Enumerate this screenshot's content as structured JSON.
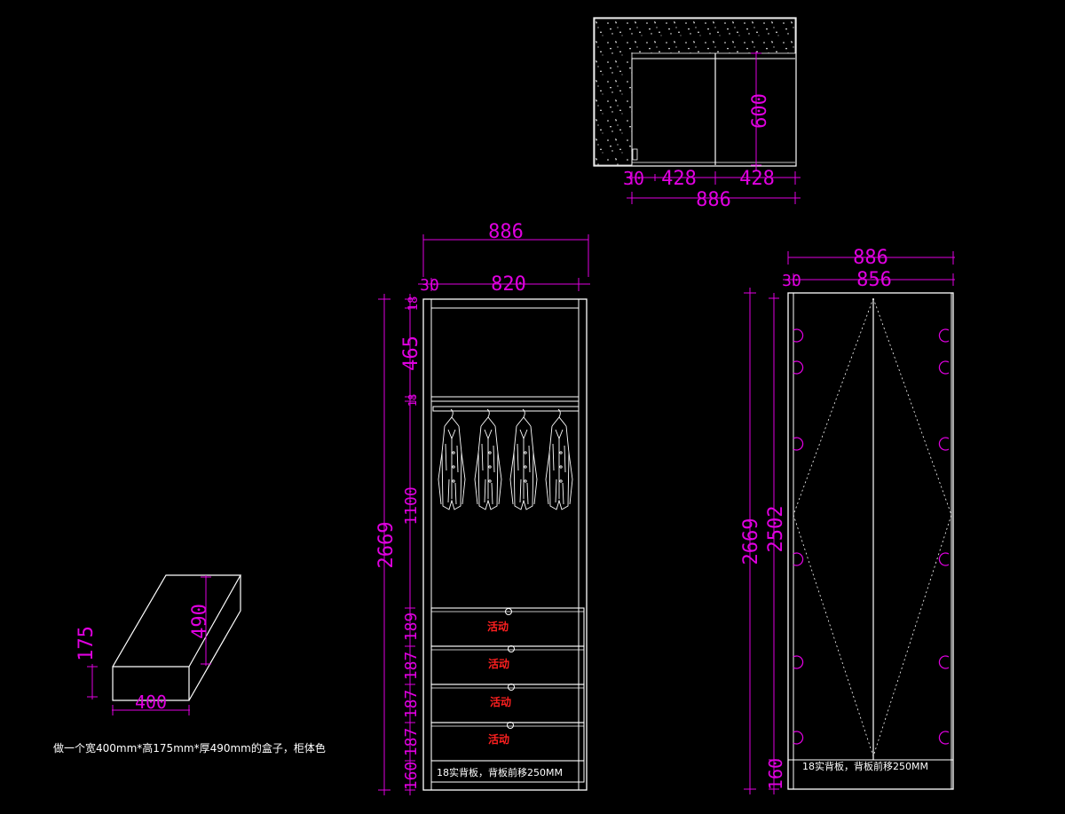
{
  "colors": {
    "background": "#000000",
    "geometry": "#ffffff",
    "dimension": "#e000e0",
    "tag": "#ff2020"
  },
  "plan": {
    "dims": {
      "side": "30",
      "left": "428",
      "right": "428",
      "total": "886",
      "depth": "600"
    }
  },
  "front_elevation": {
    "dims": {
      "overall_width": "886",
      "inner_width": "820",
      "side": "30",
      "total_height": "2669",
      "top_panel": "18",
      "upper_compartment": "465",
      "shelf": "18",
      "hanging": "1100",
      "drawer_1": "189",
      "drawer_2": "187",
      "drawer_3": "187",
      "drawer_4": "187",
      "base": "160"
    },
    "drawer_tags": [
      "活动",
      "活动",
      "活动",
      "活动"
    ],
    "back_panel_note": "18实背板，背板前移250MM"
  },
  "door_elevation": {
    "dims": {
      "overall_width": "886",
      "door_width": "856",
      "side": "30",
      "total_height": "2669",
      "door_height": "2502",
      "base": "160"
    },
    "back_panel_note": "18实背板，背板前移250MM"
  },
  "box_detail": {
    "dims": {
      "height": "175",
      "depth": "490",
      "width": "400"
    },
    "note": "做一个宽400mm*高175mm*厚490mm的盒子，柜体色"
  }
}
